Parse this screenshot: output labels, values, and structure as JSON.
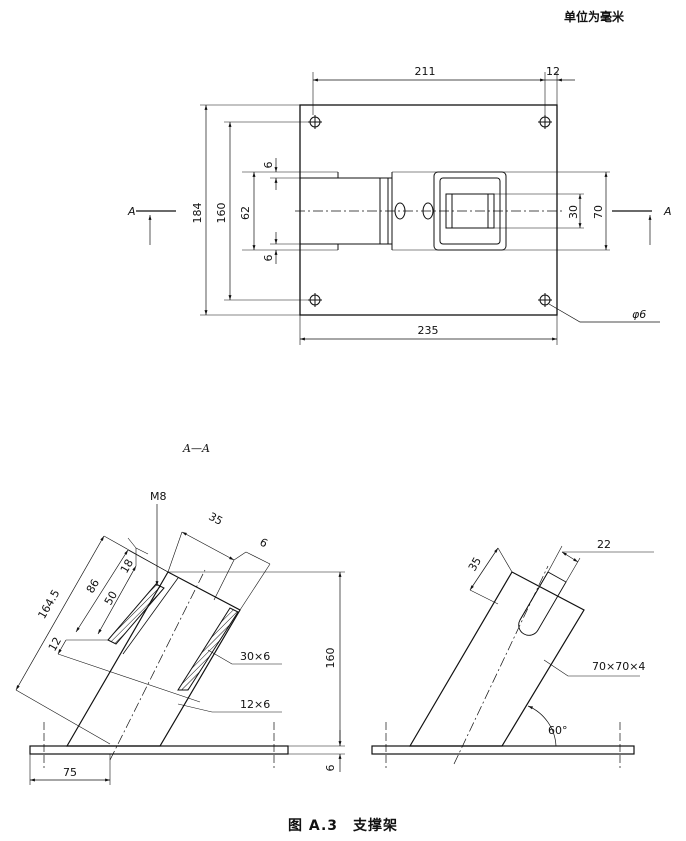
{
  "unit_note": "单位为毫米",
  "caption": "图 A.3　支撑架",
  "section_title": "A—A",
  "section_marker": "A",
  "top_view_dims": {
    "d211": "211",
    "d12": "12",
    "d184": "184",
    "d160": "160",
    "d62": "62",
    "d6a": "6",
    "d6b": "6",
    "d30": "30",
    "d70": "70",
    "d235": "235",
    "hole": "φ6"
  },
  "left_view_dims": {
    "m8": "M8",
    "d35": "35",
    "d6": "6",
    "d18": "18",
    "d86": "86",
    "d50": "50",
    "d164_5": "164.5",
    "d12": "12",
    "d30x6": "30×6",
    "d12x6": "12×6",
    "d160": "160",
    "d75": "75",
    "d6base": "6"
  },
  "right_view_dims": {
    "d22": "22",
    "d35": "35",
    "d70x70x4": "70×70×4",
    "angle": "60°"
  }
}
